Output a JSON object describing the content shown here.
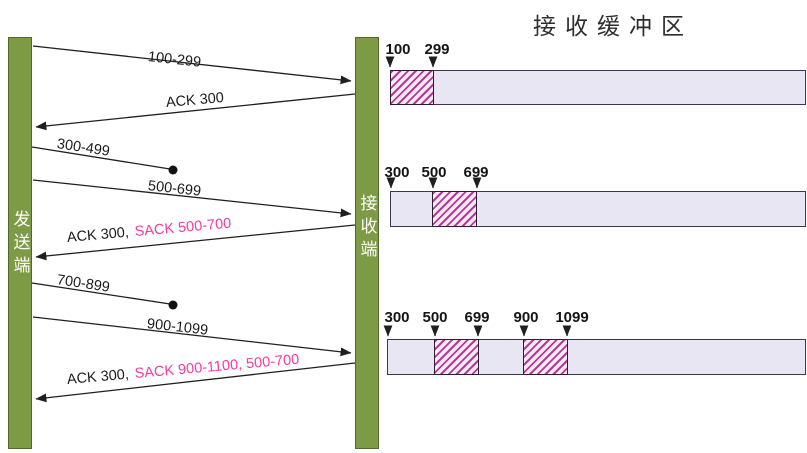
{
  "title": "接收缓冲区",
  "sender": {
    "label": "发送端"
  },
  "receiver": {
    "label": "接收端"
  },
  "colors": {
    "lifeline_fill": "#7d9b45",
    "buffer_fill": "#e8e6f2",
    "hatch_stripe": "#b53a96",
    "sack_text": "#f23ca4",
    "line": "#1f1f1f"
  },
  "messages": [
    {
      "label": "100-299",
      "direction": "to-receiver",
      "lost": false
    },
    {
      "label": "ACK 300",
      "direction": "to-sender",
      "lost": false
    },
    {
      "label": "300-499",
      "direction": "to-receiver",
      "lost": true
    },
    {
      "label": "500-699",
      "direction": "to-receiver",
      "lost": false
    },
    {
      "prefix": "ACK 300,",
      "sack": "SACK 500-700",
      "direction": "to-sender",
      "lost": false
    },
    {
      "label": "700-899",
      "direction": "to-receiver",
      "lost": true
    },
    {
      "label": "900-1099",
      "direction": "to-receiver",
      "lost": false
    },
    {
      "prefix": "ACK 300,",
      "sack": "SACK 900-1100, 500-700",
      "direction": "to-sender",
      "lost": false
    }
  ],
  "buffers": [
    {
      "markers": [
        "100",
        "299"
      ],
      "received_ranges": [
        "100-299"
      ]
    },
    {
      "markers": [
        "300",
        "500",
        "699"
      ],
      "received_ranges": [
        "500-699"
      ]
    },
    {
      "markers": [
        "300",
        "500",
        "699",
        "900",
        "1099"
      ],
      "received_ranges": [
        "500-699",
        "900-1099"
      ]
    }
  ]
}
